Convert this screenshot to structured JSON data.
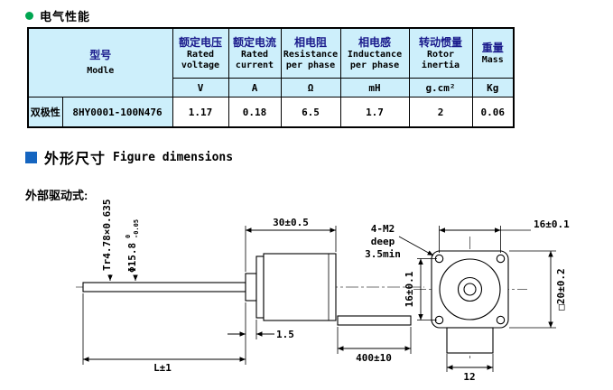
{
  "page": {
    "section_electrical": "电气性能",
    "section_dimensions_zh": "外形尺寸",
    "section_dimensions_en": "Figure dimensions",
    "drive_type_label": "外部驱动式:"
  },
  "colors": {
    "bullet_green": "#00a651",
    "square_blue": "#1565c0",
    "table_header_bg": "#cdeffb",
    "table_header_text": "#1a1a8c"
  },
  "table": {
    "model_header": {
      "zh": "型号",
      "en": "Modle"
    },
    "columns": [
      {
        "zh": "额定电压",
        "en": "Rated voltage",
        "unit": "V"
      },
      {
        "zh": "额定电流",
        "en": "Rated current",
        "unit": "A"
      },
      {
        "zh": "相电阻",
        "en": "Resistance per phase",
        "unit": "Ω"
      },
      {
        "zh": "相电感",
        "en": "Inductance per phase",
        "unit": "mH"
      },
      {
        "zh": "转动惯量",
        "en": "Rotor inertia",
        "unit": "g.cm²"
      },
      {
        "zh": "重量",
        "en": "Mass",
        "unit": "Kg"
      }
    ],
    "row": {
      "polarity": "双极性",
      "model": "8HY0001-100N476",
      "values": [
        "1.17",
        "0.18",
        "6.5",
        "1.7",
        "2",
        "0.06"
      ]
    }
  },
  "drawing": {
    "dims": {
      "thread": "Tr4.78×0.635",
      "pilot_dia": "Φ15.8",
      "pilot_tol_upper": "0",
      "pilot_tol_lower": "-0.05",
      "body_length": "30±0.5",
      "step": "1.5",
      "screw_length": "L±1",
      "cable_length": "400±10",
      "mount_holes": "4-M2",
      "mount_holes_depth1": "deep",
      "mount_holes_depth2": "3.5min",
      "hole_pitch_h": "16±0.1",
      "hole_pitch_v": "16±0.1",
      "frame": "□20±0.2",
      "boss_width": "12"
    }
  }
}
